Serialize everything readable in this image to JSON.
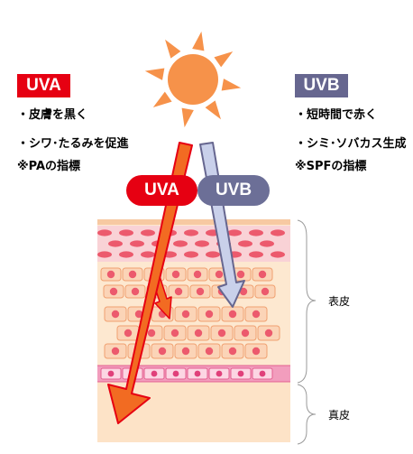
{
  "uva": {
    "title": "UVA",
    "effects": [
      "・皮膚を黒く",
      "・シワ･たるみを促進"
    ],
    "index": "※PAの指標"
  },
  "uvb": {
    "title": "UVB",
    "effects": [
      "・短時間で赤く",
      "・シミ･ソバカス生成"
    ],
    "index": "※SPFの指標"
  },
  "arrow_labels": {
    "uva": "UVA",
    "uvb": "UVB"
  },
  "layers": {
    "epidermis": "表皮",
    "dermis": "真皮"
  },
  "colors": {
    "uva": "#e60012",
    "uvb": "#66668f",
    "sun": "#f6924a",
    "skin": "#fde8d0",
    "uva_arrow": "#f26b22",
    "uvb_arrow": "#c9d0ea"
  }
}
